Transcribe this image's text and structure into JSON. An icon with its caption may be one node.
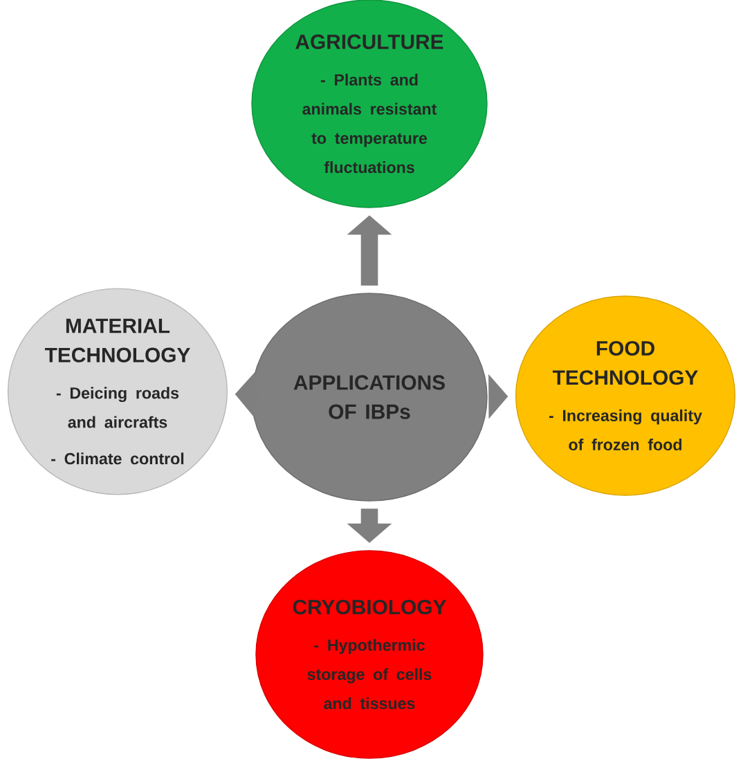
{
  "diagram": {
    "nodes": [
      {
        "text": [
          "AGRICULTURE",
          "- Plants and animals resistant to temperature fluctuations"
        ]
      },
      {
        "text": [
          "MATERIAL TECHNOLOGY",
          "- Deicing roads and aircrafts",
          "- Climate control"
        ]
      },
      {
        "text": [
          "APPLICATIONS OF IBPs"
        ]
      },
      {
        "text": [
          "FOOD TECHNOLOGY",
          "- Increasing  quality of frozen food"
        ]
      },
      {
        "text": [
          "CRYOBIOLOGY",
          "- Hypothermic storage of cells and tissues"
        ]
      }
    ],
    "edges": [
      {
        "from": 2,
        "to": 0,
        "arrow": "to"
      },
      {
        "from": 2,
        "to": 1,
        "arrow": "to"
      },
      {
        "from": 2,
        "to": 3,
        "arrow": "to"
      },
      {
        "from": 2,
        "to": 4,
        "arrow": "to"
      }
    ]
  }
}
